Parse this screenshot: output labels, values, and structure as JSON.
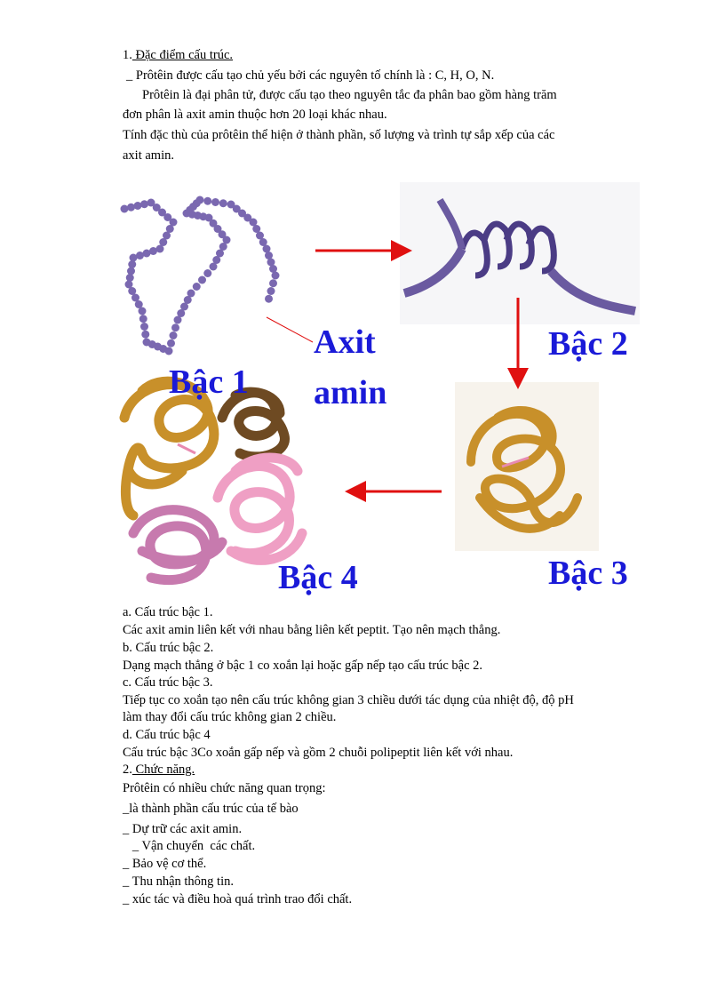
{
  "section1": {
    "number": "1.",
    "heading": " Đặc điểm  cấu trúc.",
    "lines": [
      "_ Prôtêin được cấu tạo chủ yếu bởi các nguyên tố chính là : C, H, O, N.",
      "Prôtêin là đại phân tử, được cấu tạo theo nguyên tắc đa phân bao gồm hàng trăm",
      "đơn phân là axit amin thuộc hơn 20 loại khác nhau.",
      "Tính đặc thù của prôtêin thể hiện ở thành phần, số lượng và trình tự sắp xếp của các",
      "axit amin."
    ]
  },
  "figure": {
    "labels": {
      "level1": "Bậc 1",
      "level2": "Bậc 2",
      "level3": "Bậc 3",
      "level4": "Bậc 4",
      "amino1": "Axit",
      "amino2": "amin"
    },
    "colors": {
      "label": "#1a1ad8",
      "arrow": "#e01010",
      "chain": "#7a68b0",
      "tertiary": "#c8902a",
      "pink": "#e79ac0",
      "brown": "#6e4a22"
    }
  },
  "structure_items": [
    {
      "heading": "a.   Cấu trúc bậc 1.",
      "text": [
        "Các axit  amin  liên  kết với nhau bằng liên  kết peptit.  Tạo nên mạch thẳng."
      ]
    },
    {
      "heading": "b.   Cấu trúc bậc 2.",
      "text": [
        "Dạng mạch thẳng  ở bậc 1 co xoắn lại hoặc gấp nếp tạo cấu trúc bậc 2."
      ]
    },
    {
      "heading": "c.   Cấu trúc bậc 3.",
      "text": [
        "Tiếp tục co xoắn tạo nên cấu trúc không gian  3 chiều  dưới tác dụng của nhiệt  độ, độ pH",
        "  làm  thay  đổi cấu trúc không gian  2 chiều."
      ]
    },
    {
      "heading": "d.   Cấu trúc bậc 4",
      "text": [
        "Cấu trúc bậc 3Co xoắn gấp nếp và gồm  2 chuỗi polipeptit  liên  kết với nhau."
      ]
    }
  ],
  "section2": {
    "number": "2.",
    "heading": " Chức năng. ",
    "intro": "Prôtêin có nhiều chức năng quan trọng:",
    "functions": [
      "_là thành phần cấu trúc của tế bào",
      "_ Dự trữ các axit  amin.",
      "   _ Vận chuyển  các chất.",
      "_ Bảo vệ cơ thể.",
      "_ Thu  nhận  thông  tin.",
      "_ xúc tác và điều hoà quá trình trao đổi chất."
    ]
  }
}
